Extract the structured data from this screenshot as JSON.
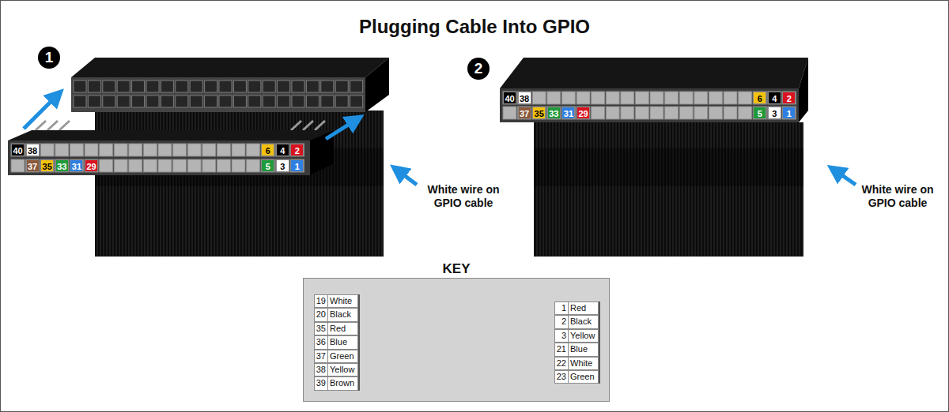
{
  "diagram": {
    "title": "Plugging Cable Into GPIO",
    "nodes": [
      {
        "text": [
          "KEY"
        ]
      }
    ],
    "labels": [
      "1",
      "2",
      "40",
      "38",
      "6",
      "4",
      "2",
      "37",
      "35",
      "33",
      "31",
      "29",
      "5",
      "3",
      "1",
      "White wire on GPIO cable",
      "40",
      "38",
      "6",
      "4",
      "2",
      "37",
      "35",
      "33",
      "31",
      "29",
      "5",
      "3",
      "1",
      "White wire on GPIO cable",
      "19",
      "White",
      "20",
      "Black",
      "35",
      "Red",
      "36",
      "Blue",
      "37",
      "Green",
      "38",
      "Yellow",
      "39",
      "Brown",
      "1",
      "Red",
      "2",
      "Black",
      "3",
      "Yellow",
      "21",
      "Blue",
      "22",
      "White",
      "23",
      "Green"
    ]
  }
}
